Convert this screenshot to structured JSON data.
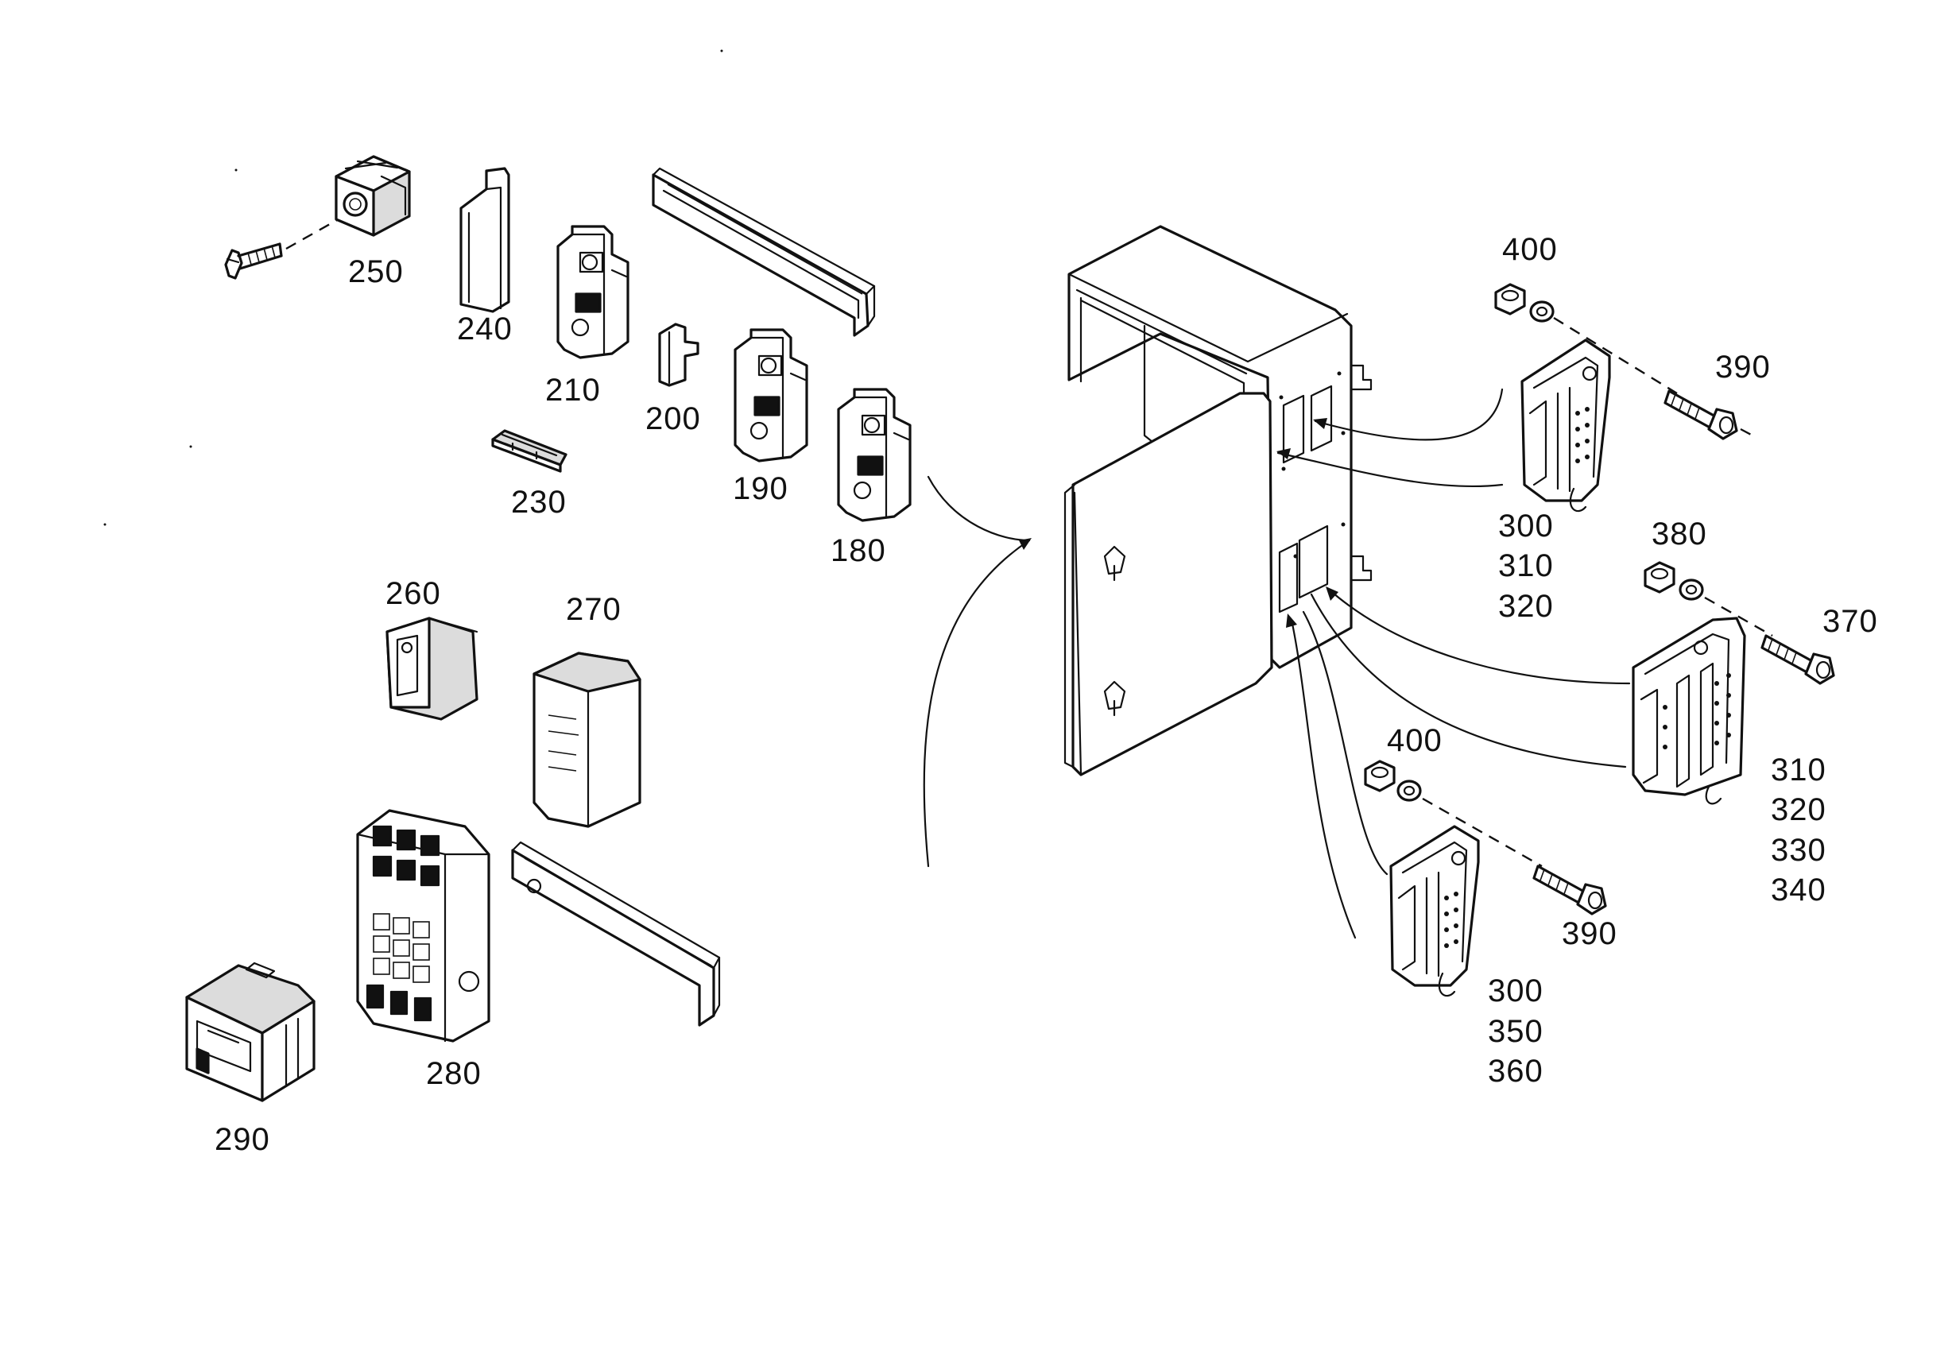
{
  "diagram": {
    "callouts": {
      "c180": "180",
      "c190": "190",
      "c200": "200",
      "c210": "210",
      "c230": "230",
      "c240": "240",
      "c250": "250",
      "c260": "260",
      "c270": "270",
      "c280": "280",
      "c290": "290",
      "c300a": "300",
      "c310a": "310",
      "c320a": "320",
      "c380": "380",
      "c370": "370",
      "c390a": "390",
      "c400a": "400",
      "c400b": "400",
      "c390b": "390",
      "c310b": "310",
      "c320b": "320",
      "c330": "330",
      "c340": "340",
      "c300b": "300",
      "c350": "350",
      "c360": "360"
    },
    "parts": [
      "screw-icon",
      "terminal-block-icon",
      "end-plate-icon",
      "terminal-icon",
      "din-rail-icon",
      "marker-strip-icon",
      "relay-cover-icon",
      "relay-icon",
      "relay-socket-icon",
      "module-box-icon",
      "enclosure-icon",
      "connector-housing-icon",
      "nut-icon",
      "washer-icon",
      "cap-screw-icon"
    ]
  }
}
